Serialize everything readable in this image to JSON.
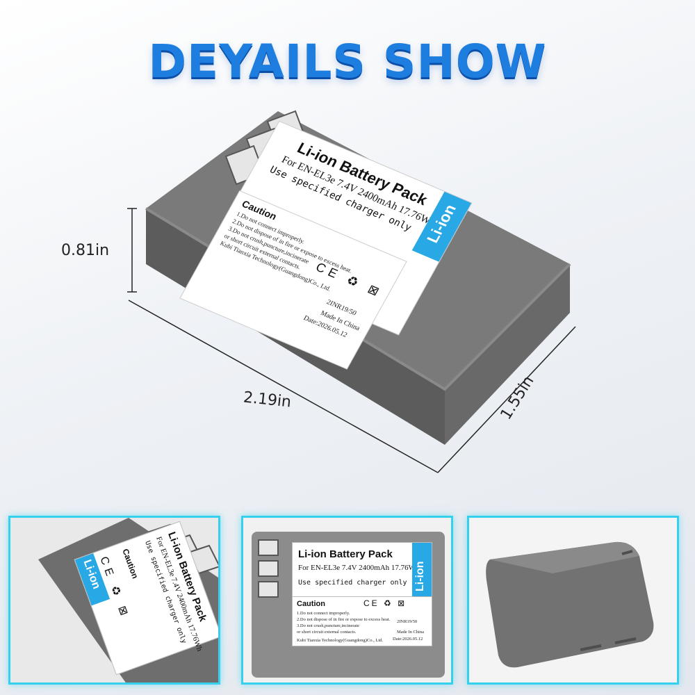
{
  "heading": "DEYAILS SHOW",
  "dimensions": {
    "height": "0.81in",
    "width": "2.19in",
    "depth": "1.55in"
  },
  "label": {
    "title": "Li-ion Battery Pack",
    "model_line": "For EN-EL3e 7.4V 2400mAh 17.76Wh",
    "charger_line": "Use specified charger only",
    "side_tag": "Li-ion"
  },
  "caution": {
    "title": "Caution",
    "lines": [
      "1.Do not connect improperly.",
      "2.Do not dispose of in fire or expose to excess heat.",
      "3.Do not crush,puncture,incinerate",
      "or short circuit external contacts."
    ],
    "company": "Kubi Tianxia Technology(Guangdong)Co., Ltd.",
    "cell_code": "2INR19/50",
    "made_in": "Made In China",
    "date": "Date:2026.05.12",
    "marks": "CE ♻ ⊠"
  },
  "colors": {
    "accent": "#29a8e6",
    "heading": "#1e7ee0",
    "panel_border": "#35d0ee",
    "battery_body": "#6b6b6b"
  }
}
